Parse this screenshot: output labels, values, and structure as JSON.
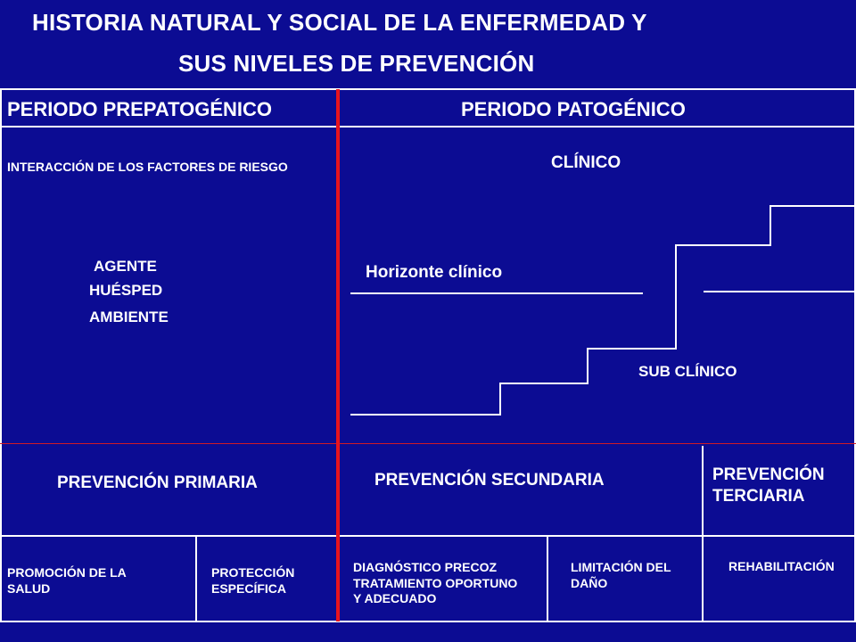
{
  "title": {
    "line1": "HISTORIA NATURAL Y SOCIAL DE LA ENFERMEDAD Y",
    "line2": "SUS NIVELES DE PREVENCIÓN"
  },
  "periods": {
    "prepatogenico": "PERIODO PREPATOGÉNICO",
    "patogenico": "PERIODO PATOGÉNICO"
  },
  "prepatogenic_area": {
    "interaction": "INTERACCIÓN DE  LOS FACTORES DE RIESGO",
    "factors": [
      "AGENTE",
      "HUÉSPED",
      "AMBIENTE"
    ]
  },
  "pathogenic_area": {
    "clinico": "CLÍNICO",
    "horizonte": "Horizonte clínico",
    "subclinico": "SUB CLÍNICO"
  },
  "prevention_levels": {
    "primaria": "PREVENCIÓN PRIMARIA",
    "secundaria": "PREVENCIÓN SECUNDARIA",
    "terciaria": "PREVENCIÓN\nTERCIARIA"
  },
  "actions": {
    "promocion": "PROMOCIÓN DE LA\nSALUD",
    "proteccion": "PROTECCIÓN\nESPECÍFICA",
    "diagnostico": "DIAGNÓSTICO PRECOZ\nTRATAMIENTO OPORTUNO\nY ADECUADO",
    "limitacion": "LIMITACIÓN DEL\nDAÑO",
    "rehabilitacion": "REHABILITACIÓN"
  }
}
